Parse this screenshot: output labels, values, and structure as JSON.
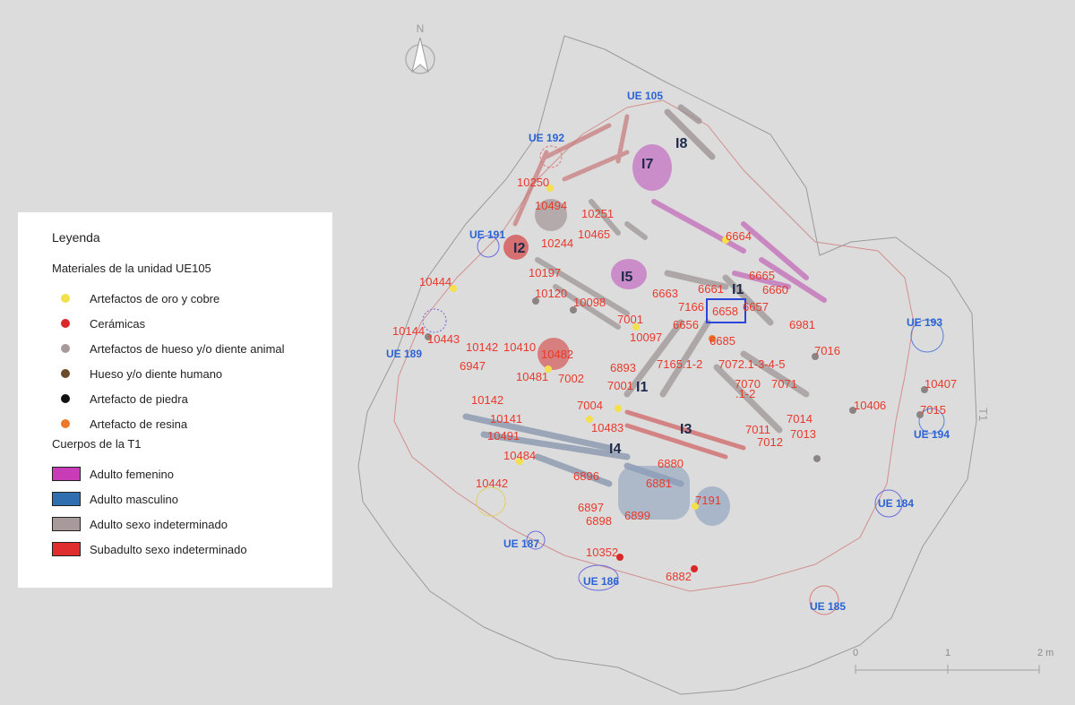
{
  "north_label": "N",
  "trench_label": "T1",
  "scale": {
    "ticks": [
      "0",
      "1",
      "2 m"
    ]
  },
  "legend": {
    "title": "Leyenda",
    "materials_header": "Materiales de la unidad UE105",
    "materials": [
      {
        "label": "Artefactos de oro y cobre",
        "color": "#f3e04a"
      },
      {
        "label": "Cerámicas",
        "color": "#d8282a"
      },
      {
        "label": "Artefactos de hueso y/o diente animal",
        "color": "#a89a9a"
      },
      {
        "label": "Hueso y/o diente humano",
        "color": "#6b4a2b"
      },
      {
        "label": "Artefacto de piedra",
        "color": "#111111"
      },
      {
        "label": "Artefacto de resina",
        "color": "#ea7a2a"
      }
    ],
    "bodies_header": "Cuerpos de la T1",
    "bodies": [
      {
        "label": "Adulto femenino",
        "color": "#c83cb8"
      },
      {
        "label": "Adulto masculino",
        "color": "#2f6fb0"
      },
      {
        "label": "Adulto sexo indeterminado",
        "color": "#a8999b"
      },
      {
        "label": "Subadulto sexo indeterminado",
        "color": "#e02d2d"
      }
    ]
  },
  "ue_labels": [
    "UE 105",
    "UE 192",
    "UE 191",
    "UE 189",
    "UE 193",
    "UE 194",
    "UE 184",
    "UE 185",
    "UE 187",
    "UE 186"
  ],
  "individuals": [
    "I8",
    "I7",
    "I2",
    "I5",
    "I1",
    "I1",
    "I3",
    "I4"
  ],
  "find_labels": [
    "10250",
    "10494",
    "10251",
    "10244",
    "10465",
    "10197",
    "10444",
    "10120",
    "10098",
    "7001",
    "10097",
    "10144",
    "10443",
    "10142",
    "10410",
    "10482",
    "6947",
    "10481",
    "7002",
    "6893",
    "7001",
    "10142",
    "7004",
    "10141",
    "10483",
    "10491",
    "10484",
    "6896",
    "10442",
    "6897",
    "6898",
    "6899",
    "6880",
    "6881",
    "7191",
    "10352",
    "6882",
    "6664",
    "6665",
    "6660",
    "6661",
    "6663",
    "7166",
    "6658",
    "6657",
    "6656",
    "6981",
    "6685",
    "7016",
    "7165.1-2",
    "7072.1-3-4-5",
    "7070",
    ".1-2",
    "7071",
    "10406",
    "10407",
    "7015",
    "7014",
    "7011",
    "7013",
    "7012"
  ]
}
